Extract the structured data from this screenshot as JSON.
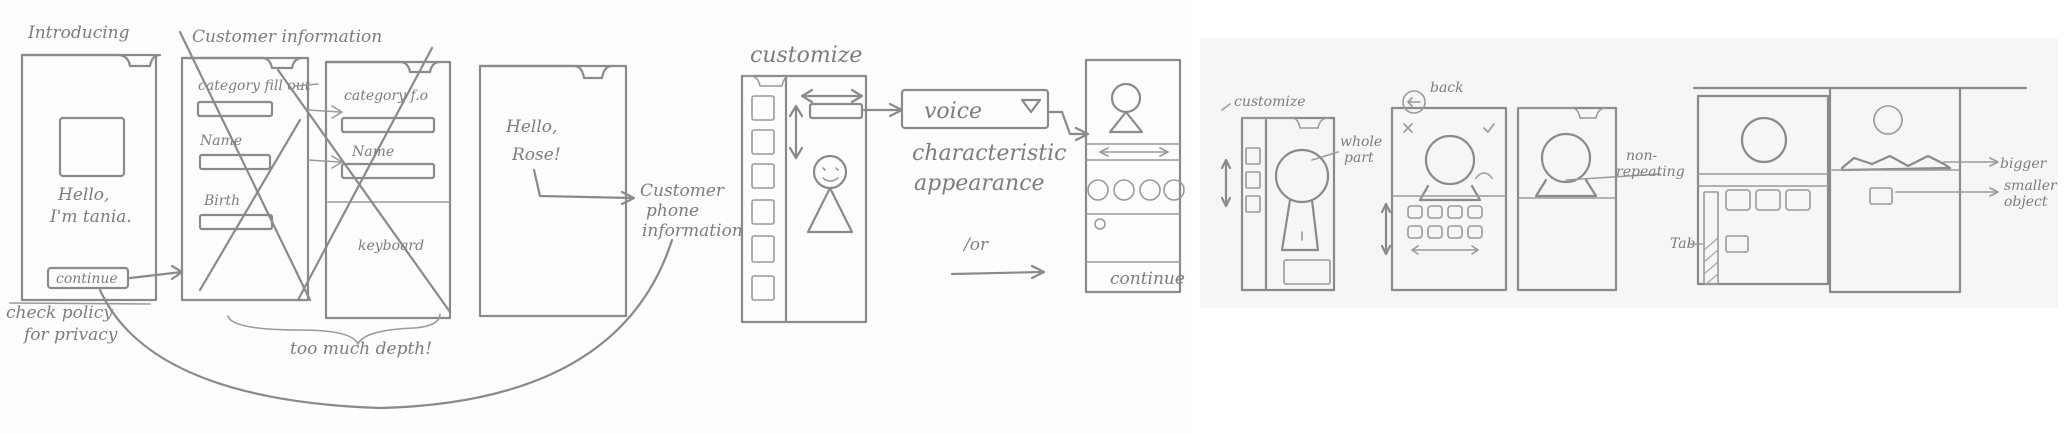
{
  "labels": {
    "introducing": "Introducing",
    "hello_tania": "Hello,",
    "hello_tania_2": "I'm tania.",
    "continue": "continue",
    "check_policy": "check policy",
    "for_privacy": "for privacy",
    "customer_information": "Customer information",
    "category_fillout": "category fill out",
    "name": "Name",
    "birth": "Birth",
    "category_fo": "category f.o",
    "name2": "Name",
    "keyboard": "keyboard",
    "too_much_depth": "too much depth!",
    "hello_rose": "Hello,",
    "hello_rose_2": "Rose!",
    "customer": "Customer",
    "phone": "phone",
    "information": "information",
    "customize": "customize",
    "voice": "voice",
    "characteristic": "characteristic",
    "appearance": "appearance",
    "or": "/or",
    "continue2": "continue",
    "customize2": "customize",
    "whole": "whole",
    "part": "part",
    "back": "back",
    "non_repeating": "non-",
    "non_repeating_2": "repeating",
    "bigger": "bigger",
    "smaller": "smaller",
    "object": "object",
    "tab": "Tab"
  }
}
